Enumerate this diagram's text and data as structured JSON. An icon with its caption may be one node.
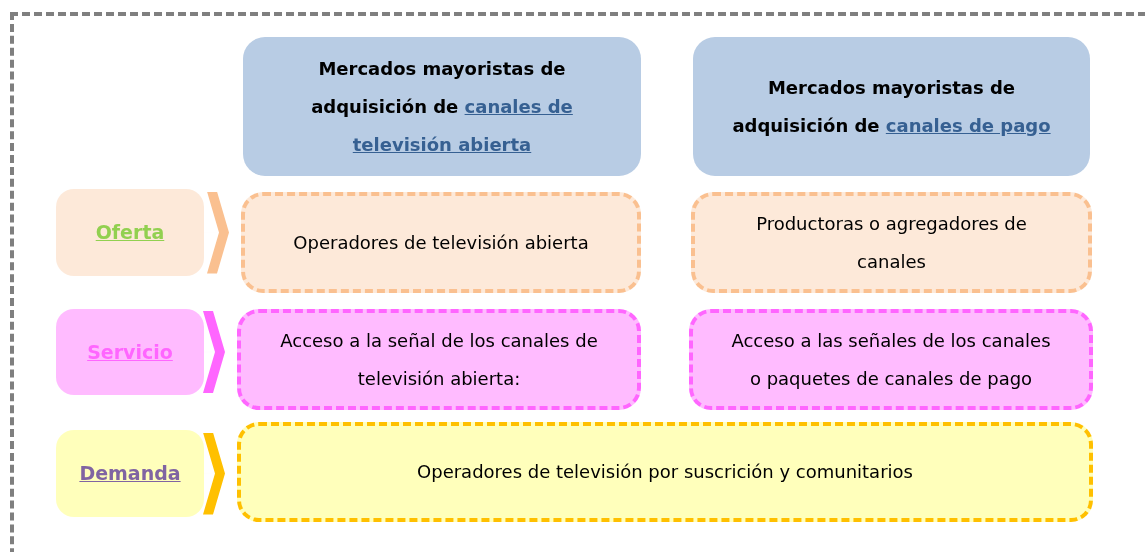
{
  "diagram": {
    "nodes": [
      {
        "text": [],
        "shape": "box"
      },
      {
        "text": [
          "Mercados mayoristas de adquisición de *canales de televisión abierta*"
        ],
        "in": 0
      },
      {
        "text": [
          "Mercados mayoristas de adquisición de *canales de pago*"
        ],
        "in": 0
      },
      {
        "text": [
          "Oferta"
        ],
        "in": 0
      },
      {
        "text": [
          "Operadores de televisión abierta"
        ],
        "in": 0
      },
      {
        "text": [
          "Productoras o agregadores de canales"
        ],
        "in": 0
      },
      {
        "text": [
          "Servicio"
        ],
        "in": 0
      },
      {
        "text": [
          "Acceso a la señal de los canales de televisión abierta:"
        ],
        "in": 0
      },
      {
        "text": [
          "Acceso a las señales de los canales o paquetes de canales de pago"
        ],
        "in": 0
      },
      {
        "text": [
          "Demanda"
        ],
        "in": 0
      },
      {
        "text": [
          "Operadores de televisión por suscrición y comunitarios"
        ],
        "in": 0
      }
    ],
    "edges": [
      {
        "from": 3,
        "to": 4,
        "arrow": "to",
        "color": "#fac090"
      },
      {
        "from": 6,
        "to": 7,
        "arrow": "to",
        "color": "#ff66ff"
      },
      {
        "from": 9,
        "to": 10,
        "arrow": "to",
        "color": "#ffc000"
      }
    ]
  }
}
